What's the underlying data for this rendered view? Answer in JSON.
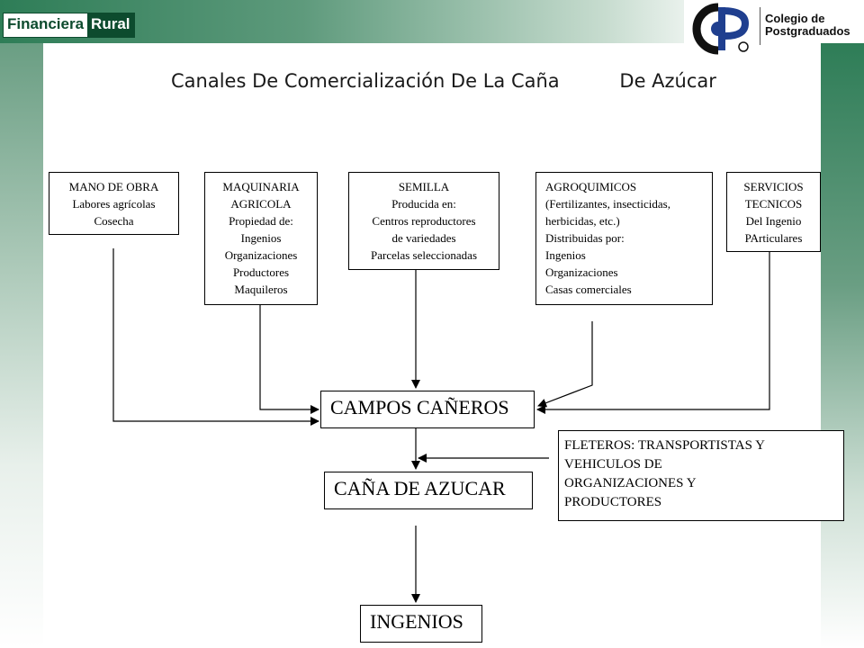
{
  "header": {
    "left_logo": {
      "part1": "Financiera",
      "part2": "Rural"
    },
    "right_logo": {
      "mark": "CP",
      "line1": "Colegio de",
      "line2": "Postgraduados"
    }
  },
  "title": "Canales De Comercialización De La Caña          De Azúcar",
  "inputs": [
    {
      "lines": [
        "MANO DE OBRA",
        "Labores agrícolas",
        "Cosecha"
      ]
    },
    {
      "lines": [
        "MAQUINARIA",
        "AGRICOLA",
        "Propiedad de:",
        "Ingenios",
        "Organizaciones",
        "Productores",
        "Maquileros"
      ]
    },
    {
      "lines": [
        "SEMILLA",
        "Producida en:",
        "Centros reproductores",
        "de variedades",
        "Parcelas seleccionadas"
      ]
    },
    {
      "lines": [
        "AGROQUIMICOS",
        "(Fertilizantes, insecticidas,",
        "herbicidas, etc.)",
        "Distribuidas por:",
        "Ingenios",
        "Organizaciones",
        "Casas comerciales"
      ]
    },
    {
      "lines": [
        "SERVICIOS",
        "TECNICOS",
        "Del Ingenio",
        "PArticulares"
      ]
    }
  ],
  "nodes": {
    "campos": "CAMPOS CAÑEROS",
    "cana": "CAÑA DE AZUCAR",
    "ingenios": "INGENIOS"
  },
  "fleteros": [
    "FLETEROS: TRANSPORTISTAS Y",
    "VEHICULOS DE",
    "ORGANIZACIONES Y",
    "PRODUCTORES"
  ],
  "colors": {
    "dark_green": "#0d4b2e",
    "accent_green": "#2e7d57",
    "cp_blue": "#1f3f8f"
  }
}
